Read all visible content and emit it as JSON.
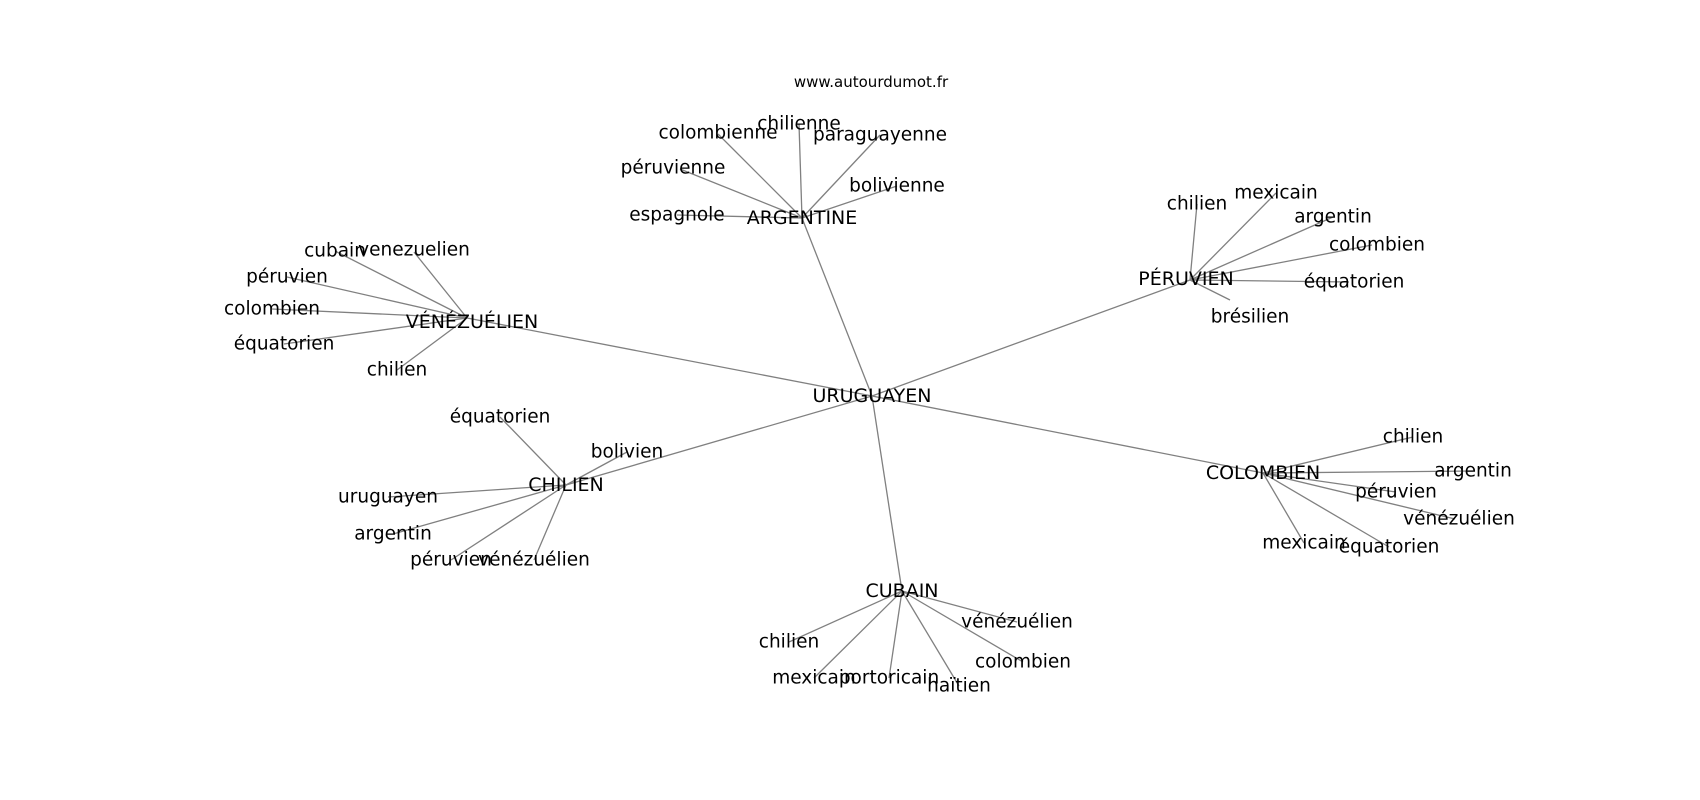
{
  "source": "www.autourdumot.fr",
  "root": "URUGUAYEN",
  "clusters": [
    {
      "id": "argentine",
      "label": "ARGENTINE",
      "leaves": [
        "colombienne",
        "chilienne",
        "paraguayenne",
        "péruvienne",
        "bolivienne",
        "espagnole"
      ]
    },
    {
      "id": "peruvien",
      "label": "PÉRUVIEN",
      "leaves": [
        "chilien",
        "mexicain",
        "argentin",
        "colombien",
        "équatorien",
        "brésilien"
      ]
    },
    {
      "id": "venezuelien",
      "label": "VÉNÉZUÉLIEN",
      "leaves": [
        "cubain",
        "venezuelien",
        "péruvien",
        "colombien",
        "équatorien",
        "chilien"
      ]
    },
    {
      "id": "chilien",
      "label": "CHILIEN",
      "leaves": [
        "équatorien",
        "bolivien",
        "uruguayen",
        "argentin",
        "péruvien",
        "vénézuélien"
      ]
    },
    {
      "id": "colombien",
      "label": "COLOMBIEN",
      "leaves": [
        "chilien",
        "argentin",
        "péruvien",
        "vénézuélien",
        "mexicain",
        "équatorien"
      ]
    },
    {
      "id": "cubain",
      "label": "CUBAIN",
      "leaves": [
        "vénézuélien",
        "chilien",
        "colombien",
        "mexicain",
        "portoricain",
        "haïtien"
      ]
    }
  ]
}
